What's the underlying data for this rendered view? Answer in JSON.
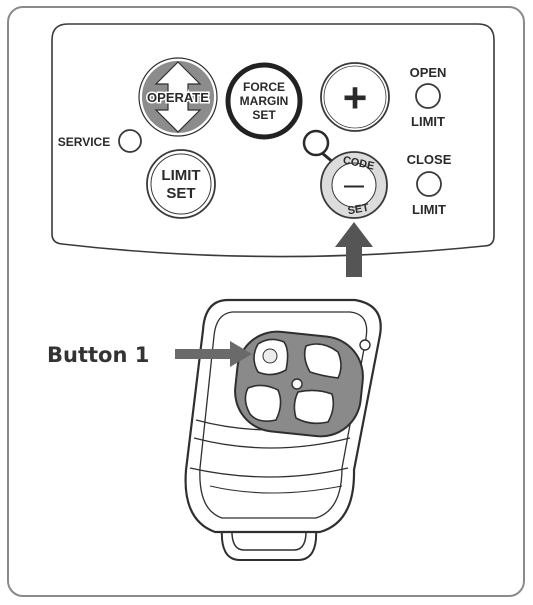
{
  "panel": {
    "operate_label": "OPERATE",
    "force_line1": "FORCE",
    "force_line2": "MARGIN",
    "force_line3": "SET",
    "plus_symbol": "+",
    "open_line1": "OPEN",
    "open_line2": "LIMIT",
    "close_line1": "CLOSE",
    "close_line2": "LIMIT",
    "service_label": "SERVICE",
    "limit_line1": "LIMIT",
    "limit_line2": "SET",
    "code_top": "CODE",
    "code_symbol": "—",
    "code_bottom": "SET"
  },
  "remote": {
    "callout_label": "Button 1"
  },
  "colors": {
    "panel_border": "#3a3a3a",
    "operate_fill": "#8c8c8c",
    "arrow_fill": "#555555",
    "frame_border": "#8a8a8a"
  }
}
